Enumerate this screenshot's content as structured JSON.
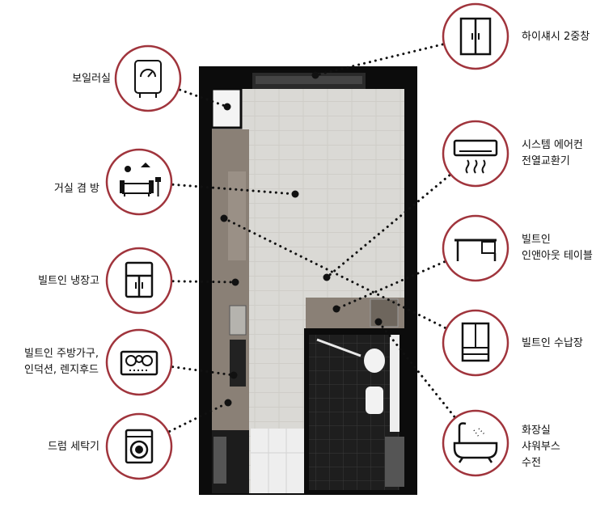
{
  "features": [
    {
      "id": "boiler-room",
      "lines": [
        "보일러실"
      ],
      "icon": "boiler-icon",
      "side": "left"
    },
    {
      "id": "living-room",
      "lines": [
        "거실 겸 방"
      ],
      "icon": "living-room-icon",
      "side": "left"
    },
    {
      "id": "built-in-fridge",
      "lines": [
        "빌트인 냉장고"
      ],
      "icon": "refrigerator-icon",
      "side": "left"
    },
    {
      "id": "kitchen",
      "lines": [
        "빌트인 주방가구,",
        "인덕션, 렌지후드"
      ],
      "icon": "induction-cooktop-icon",
      "side": "left"
    },
    {
      "id": "drum-washer",
      "lines": [
        "드럼 세탁기"
      ],
      "icon": "washing-machine-icon",
      "side": "left"
    },
    {
      "id": "double-window",
      "lines": [
        "하이섀시 2중창"
      ],
      "icon": "window-icon",
      "side": "right"
    },
    {
      "id": "system-aircon",
      "lines": [
        "시스템 에어컨",
        "전열교환기"
      ],
      "icon": "air-conditioner-icon",
      "side": "right"
    },
    {
      "id": "built-in-table",
      "lines": [
        "빌트인",
        "인앤아웃 테이블"
      ],
      "icon": "desk-icon",
      "side": "right"
    },
    {
      "id": "built-in-storage",
      "lines": [
        "빌트인 수납장"
      ],
      "icon": "cabinet-icon",
      "side": "right"
    },
    {
      "id": "bathroom",
      "lines": [
        "화장실",
        "샤워부스",
        "수전"
      ],
      "icon": "bathtub-icon",
      "side": "right"
    }
  ],
  "colors": {
    "ring": "#a0343c",
    "wall": "#0c0c0c",
    "floor": "#d9d8d4",
    "counter": "#8a8076",
    "tile": "#1e1e1e",
    "text": "#111111"
  }
}
